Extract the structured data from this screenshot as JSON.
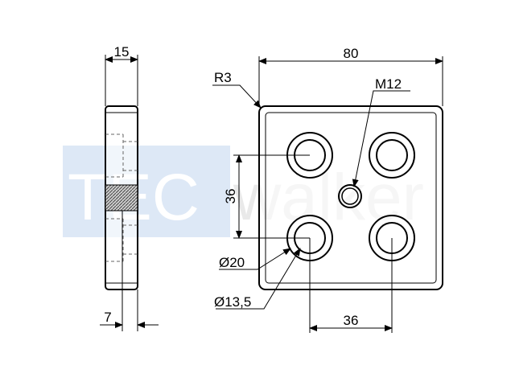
{
  "watermark": {
    "text_tec": "TEC",
    "text_walker": "walker",
    "color_box": "#dde8f6",
    "color_tec": "#ffffff",
    "color_walker": "#e9e9e9"
  },
  "side_view": {
    "thickness_label": "15",
    "depth_label": "7"
  },
  "front_view": {
    "width_label": "80",
    "corner_radius_label": "R3",
    "thread_label": "M12",
    "vertical_spacing_label": "36",
    "horizontal_spacing_label": "36",
    "counterbore_label": "Ø20",
    "hole_label": "Ø13,5"
  },
  "colors": {
    "line": "#000000",
    "plate_fill": "#ffffff",
    "hidden": "#666666"
  }
}
